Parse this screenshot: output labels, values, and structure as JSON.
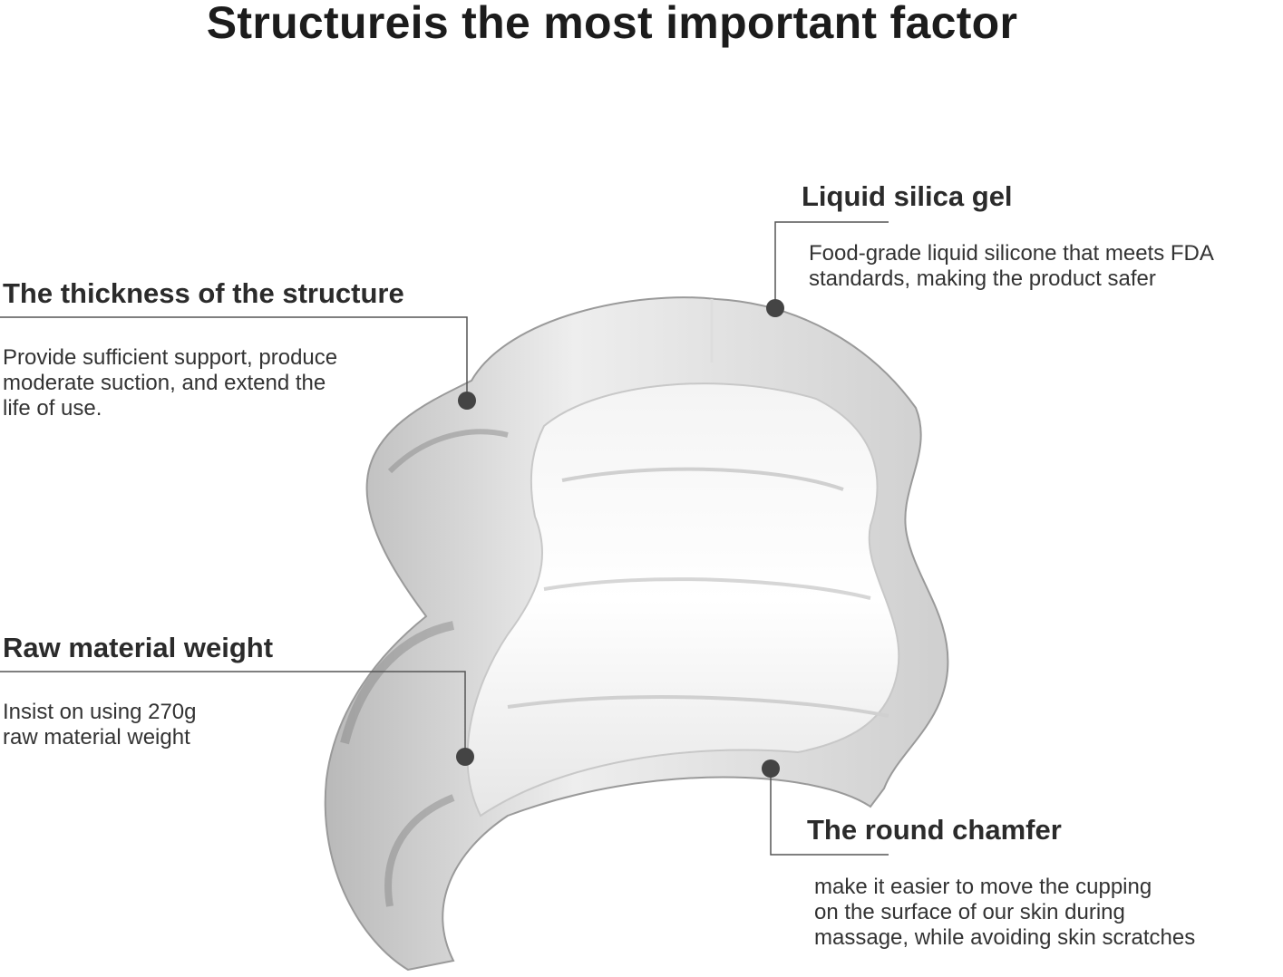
{
  "title": "Structureis the most important factor",
  "callouts": [
    {
      "heading": "Liquid silica gel",
      "lines": [
        "Food-grade liquid silicone that meets FDA",
        "standards, making the product safer"
      ]
    },
    {
      "heading": "The thickness of the structure",
      "lines": [
        "Provide sufficient support, produce",
        "moderate suction, and extend the",
        "life of use."
      ]
    },
    {
      "heading": "Raw material weight",
      "lines": [
        "Insist on using 270g",
        "raw material weight"
      ]
    },
    {
      "heading": "The round chamfer",
      "lines": [
        "make it easier to move the cupping",
        "on the surface of our skin during",
        "massage, while avoiding skin scratches"
      ]
    }
  ],
  "colors": {
    "line": "#555555",
    "dot": "#444444"
  }
}
